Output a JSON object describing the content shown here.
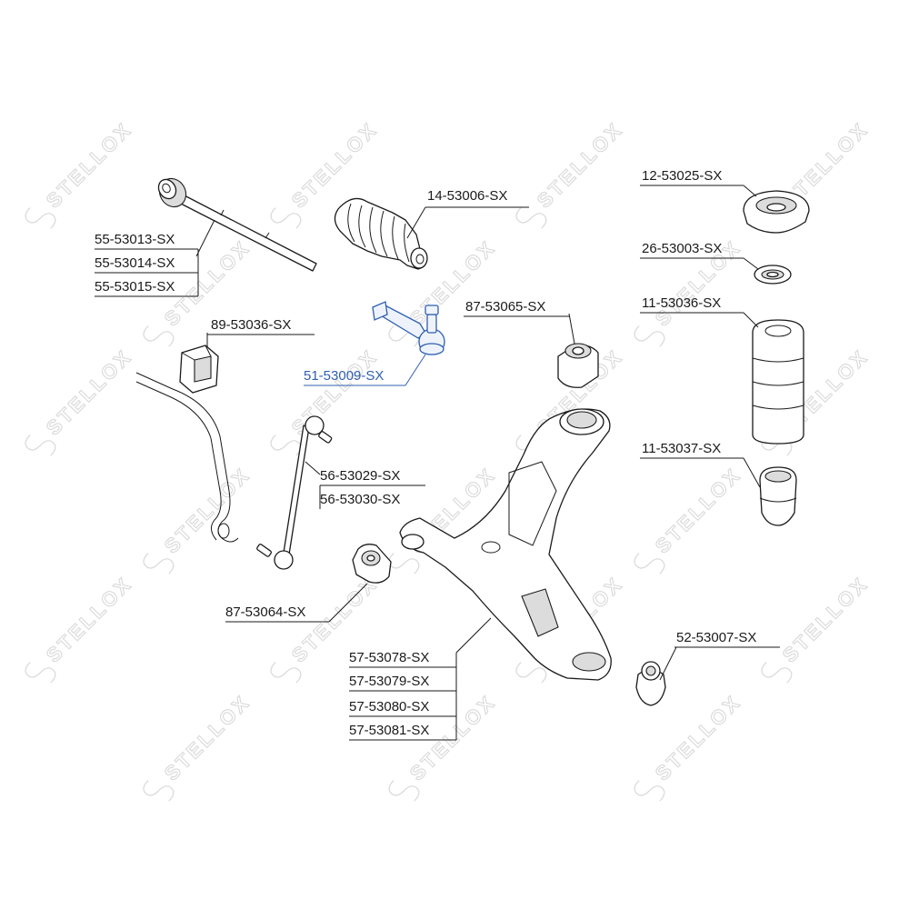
{
  "watermark": {
    "text": "STELLOX"
  },
  "labels": {
    "tie_rod_1": "55-53013-SX",
    "tie_rod_2": "55-53014-SX",
    "tie_rod_3": "55-53015-SX",
    "boot": "14-53006-SX",
    "tie_rod_end": "51-53009-SX",
    "stab_bushing": "89-53036-SX",
    "stab_link_1": "56-53029-SX",
    "stab_link_2": "56-53030-SX",
    "arm_bushing_rear": "87-53065-SX",
    "arm_bushing_front": "87-53064-SX",
    "control_arm_1": "57-53078-SX",
    "control_arm_2": "57-53079-SX",
    "control_arm_3": "57-53080-SX",
    "control_arm_4": "57-53081-SX",
    "strut_mount": "12-53025-SX",
    "bearing": "26-53003-SX",
    "dust_boot": "11-53036-SX",
    "bump_stop": "11-53037-SX",
    "ball_joint": "52-53007-SX"
  },
  "highlight": {
    "part": "51-53009-SX",
    "color": "#2f5fb0"
  }
}
